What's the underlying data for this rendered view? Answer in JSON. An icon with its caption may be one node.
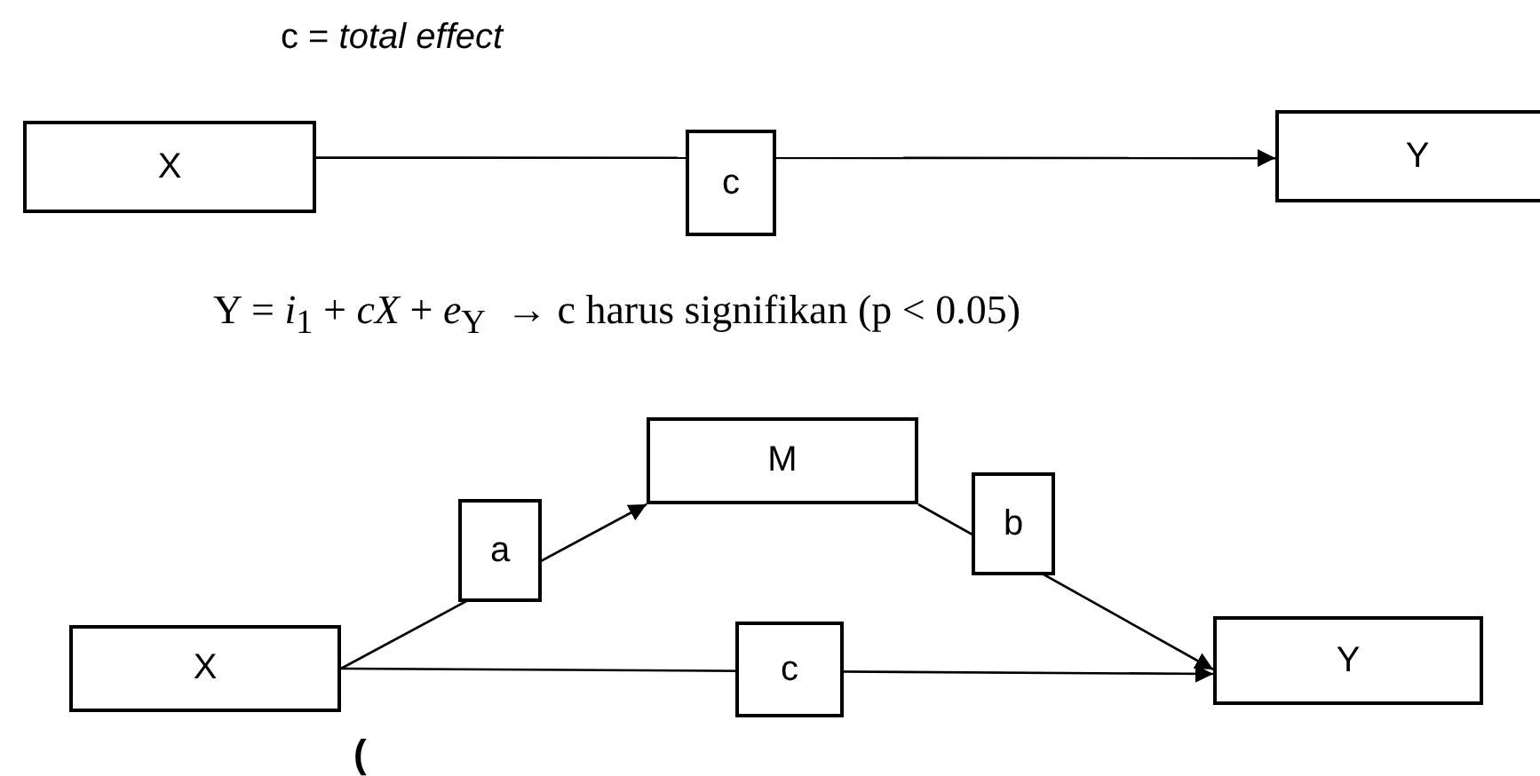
{
  "diagram": {
    "title": "c = *total effect*",
    "nodes": [
      {
        "text": [
          "X"
        ]
      },
      {
        "text": [
          "Y"
        ]
      },
      {
        "text": [
          "X"
        ]
      },
      {
        "text": [
          "M"
        ]
      },
      {
        "text": [
          "Y"
        ]
      }
    ],
    "edges": [
      {
        "from": 0,
        "to": 1,
        "arrow": "to",
        "label": "c"
      },
      {
        "from": 2,
        "to": 3,
        "arrow": "to",
        "label": "a"
      },
      {
        "from": 3,
        "to": 4,
        "arrow": "to",
        "label": "b"
      },
      {
        "from": 2,
        "to": 4,
        "arrow": "to",
        "label": "c"
      }
    ],
    "labels": [
      "Y = *i*$_{1}$ + *cX* + *e*$_{Y}$  → c harus signifikan (p < 0.05)",
      "("
    ]
  }
}
